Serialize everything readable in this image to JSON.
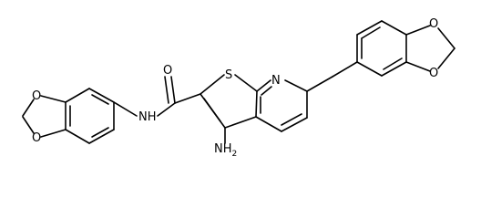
{
  "atoms": {
    "o_carbonyl": "O",
    "n_amide": "NH",
    "n_amine": "NH",
    "n_amine_sub": "2",
    "s_thiophene": "S",
    "n_pyridine": "N",
    "o_left_top": "O",
    "o_left_bottom": "O",
    "o_right_top": "O",
    "o_right_bottom": "O"
  },
  "colors": {
    "bond": "#000000",
    "background": "#ffffff"
  }
}
